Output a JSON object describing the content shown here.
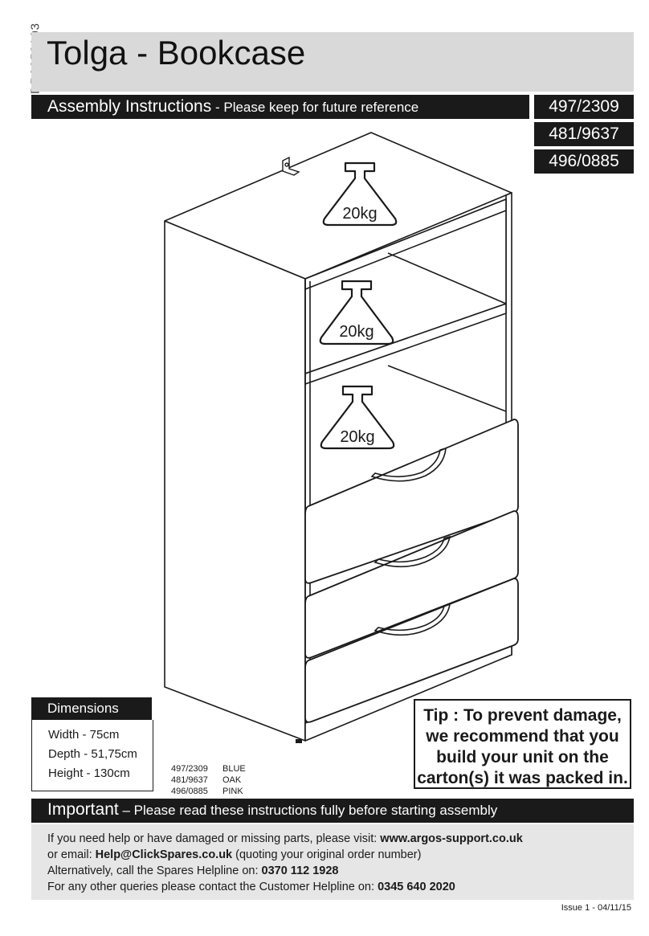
{
  "doc_code": "DR8252103",
  "title": "Tolga - Bookcase",
  "subtitle": {
    "main": "Assembly Instructions",
    "sub": " - Please keep for future reference"
  },
  "product_codes": [
    "497/2309",
    "481/9637",
    "496/0885"
  ],
  "weight_labels": [
    "20kg",
    "20kg",
    "20kg"
  ],
  "dimensions": {
    "heading": "Dimensions",
    "rows": [
      {
        "label": "Width",
        "value": " - 75cm"
      },
      {
        "label": "Depth",
        "value": " - 51,75cm"
      },
      {
        "label": "Height",
        "value": " - 130cm"
      }
    ]
  },
  "colours": [
    {
      "code": "497/2309",
      "colour": "BLUE"
    },
    {
      "code": "481/9637",
      "colour": "OAK"
    },
    {
      "code": "496/0885",
      "colour": "PINK"
    }
  ],
  "tip": {
    "line1": "Tip : To prevent damage,",
    "line2": "we recommend that you",
    "line3": "build your unit on the",
    "line4": "carton(s) it was packed in."
  },
  "important": {
    "main": "Important",
    "sub": " – Please read these instructions fully before starting assembly"
  },
  "help": {
    "line1_pre": "If you need help or have damaged or missing parts, please visit: ",
    "line1_bold": "www.argos-support.co.uk",
    "line2_pre": "or email: ",
    "line2_bold": "Help@ClickSpares.co.uk",
    "line2_post": " (quoting your original order number)",
    "line3_pre": "Alternatively, call the Spares Helpline on: ",
    "line3_bold": "0370 112 1928",
    "line4_pre": "For any other queries please contact the Customer Helpline on: ",
    "line4_bold": "0345 640 2020"
  },
  "issue": "Issue 1 - 04/11/15"
}
